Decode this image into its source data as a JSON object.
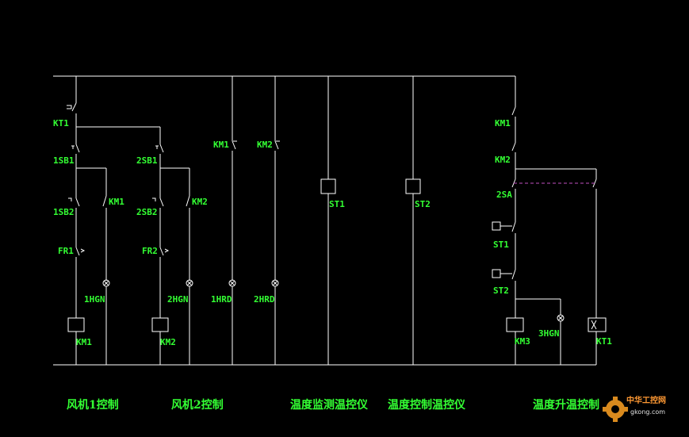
{
  "labels": {
    "kt1_top": "KT1",
    "sb1_1": "1SB1",
    "sb1_2": "1SB2",
    "km1_aux": "KM1",
    "fr1": "FR1",
    "hgn1": "1HGN",
    "km1_coil": "KM1",
    "sb2_1": "2SB1",
    "sb2_2": "2SB2",
    "km2_aux": "KM2",
    "fr2": "FR2",
    "hgn2": "2HGN",
    "km2_coil": "KM2",
    "km1_nc": "KM1",
    "hrd1": "1HRD",
    "km2_nc": "KM2",
    "hrd2": "2HRD",
    "st1_box": "ST1",
    "st2_box": "ST2",
    "km1_r": "KM1",
    "km2_r": "KM2",
    "sa2": "2SA",
    "st1_r": "ST1",
    "st2_r": "ST2",
    "hgn3": "3HGN",
    "km3_coil": "KM3",
    "kt1_coil": "KT1"
  },
  "captions": {
    "fan1": "风机1控制",
    "fan2": "风机2控制",
    "temp_monitor": "温度监测温控仪",
    "temp_control": "温度控制温控仪",
    "temp_rise": "温度升温控制"
  },
  "watermark": {
    "site_cn": "中华工控网",
    "site_url": "gkong.com"
  },
  "colors": {
    "background": "#000000",
    "wire": "#ffffff",
    "label": "#33ff33",
    "dashed_link": "#c050c0"
  }
}
